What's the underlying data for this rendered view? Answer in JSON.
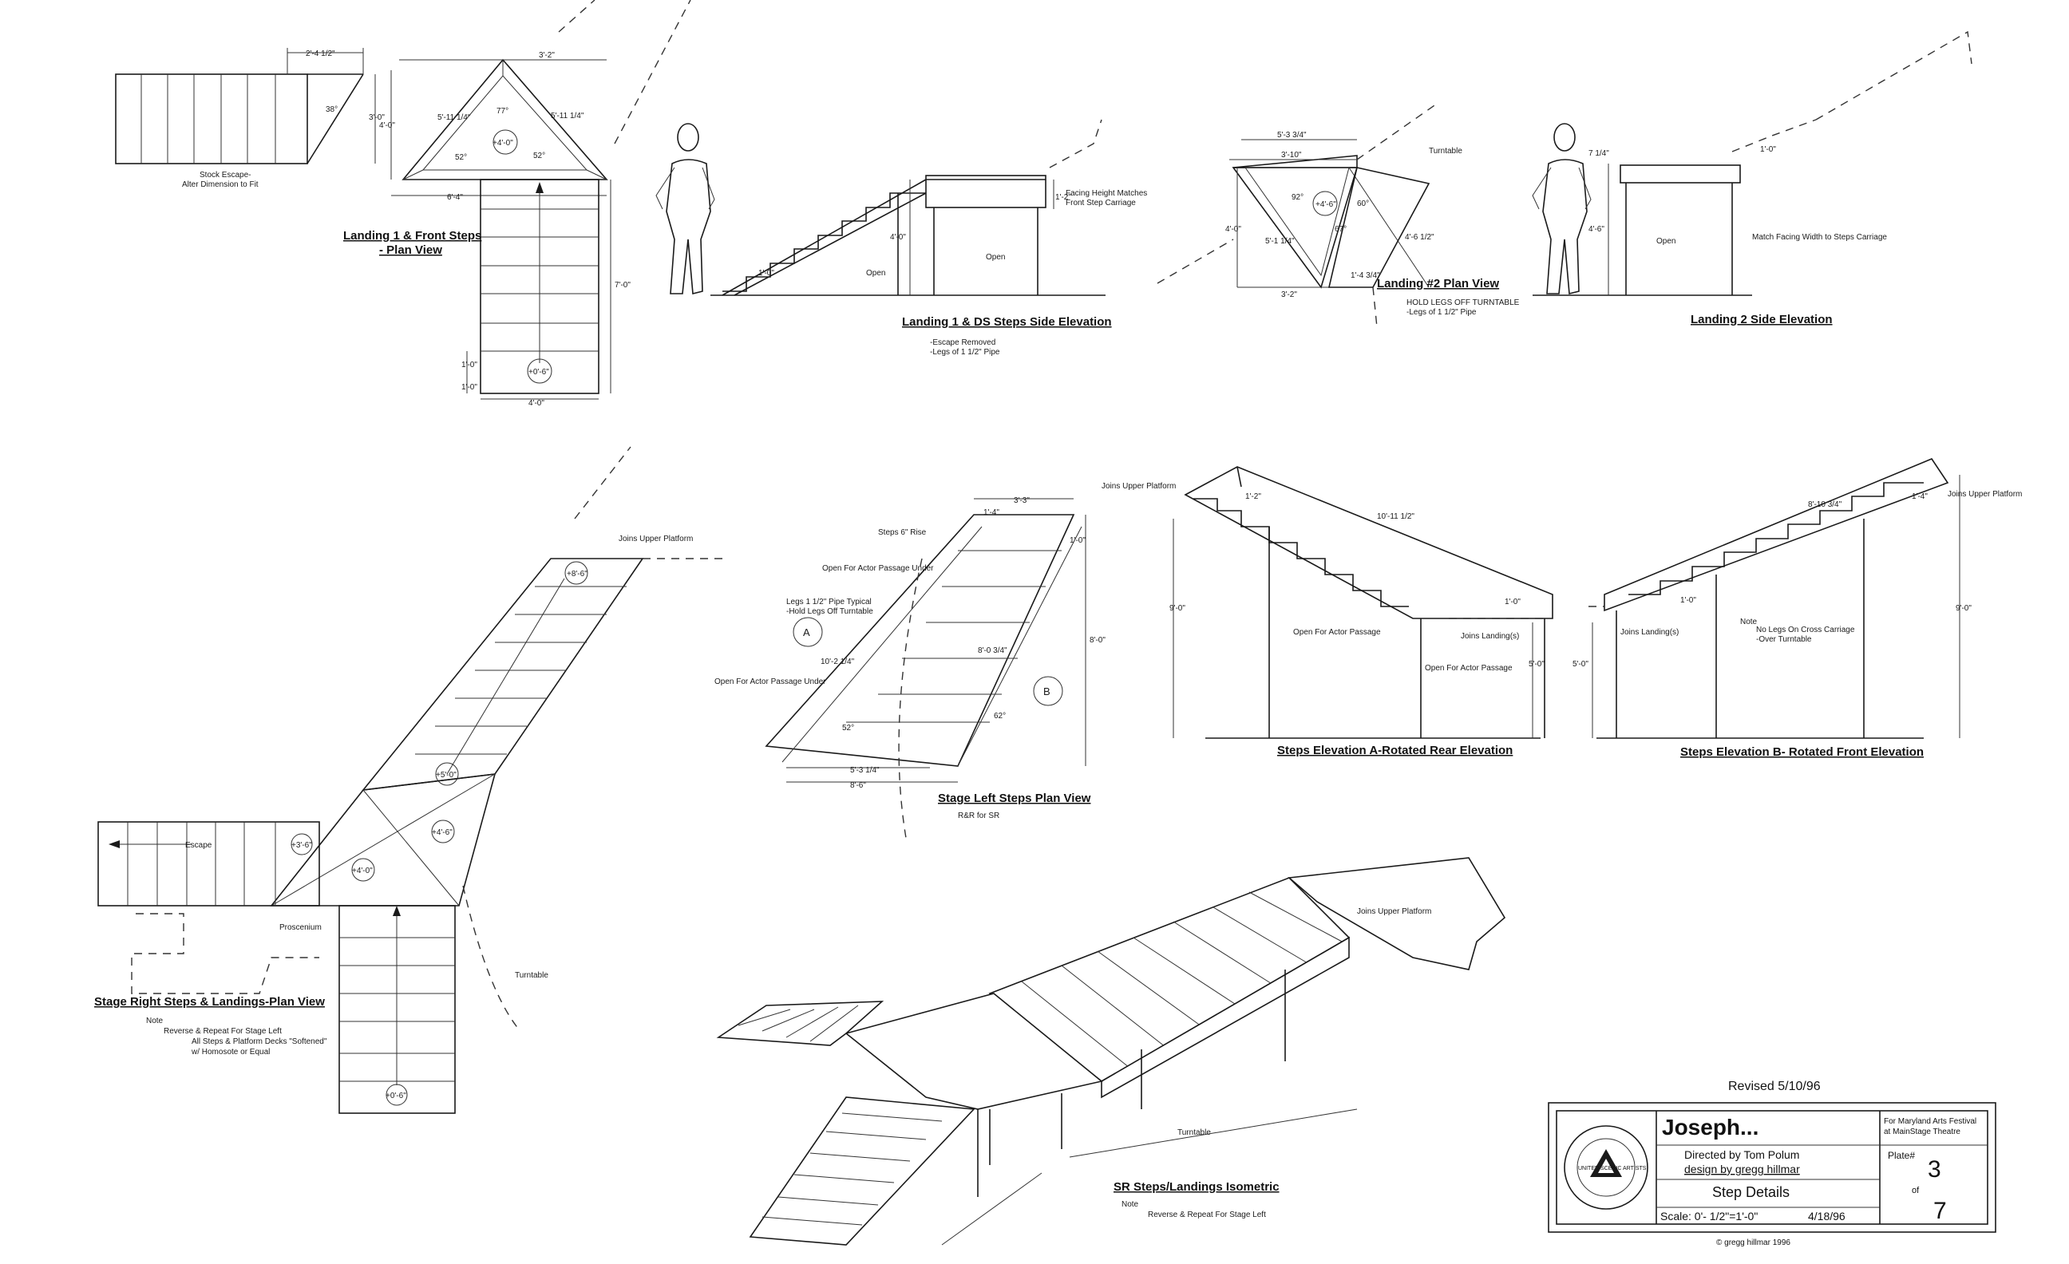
{
  "views": {
    "landing1_plan": {
      "title_line1": "Landing 1 & Front Steps",
      "title_line2": "- Plan View",
      "dims": [
        "2'-4 1/2\"",
        "38°",
        "3'-0\"",
        "3'-2\"",
        "4'-0\"",
        "77°",
        "5'-11 1/4\"",
        "5'-11 1/4\"",
        "52°",
        "52°",
        "+4'-0\"",
        "6'-4\"",
        "+0'-6\"",
        "7'-0\"",
        "4'-0\"",
        "1'-0\"",
        "1'-0\""
      ],
      "note_line1": "Stock Escape-",
      "note_line2": "Alter Dimension to Fit"
    },
    "landing1_side": {
      "title": "Landing 1 & DS Steps Side Elevation",
      "labels": [
        "Open",
        "Open",
        "1'-0\"",
        "4'-0\"",
        "1'-2\""
      ],
      "note1_line1": "Facing Height Matches",
      "note1_line2": "Front Step Carriage",
      "note2_line1": "-Escape Removed",
      "note2_line2": "-Legs of 1 1/2\" Pipe"
    },
    "landing2_plan": {
      "title": "Landing #2 Plan View",
      "dims": [
        "5'-3 3/4\"",
        "3'-10\"",
        "Turntable",
        "92°",
        "+4'-6\"",
        "60°",
        "4'-0\"",
        "5'-1 1/4\"",
        "67°",
        "4'-6 1/2\"",
        "1'-4 3/4\"",
        "3'-2\""
      ],
      "note_line1": "HOLD LEGS OFF TURNTABLE",
      "note_line2": "-Legs of 1 1/2\" Pipe"
    },
    "landing2_side": {
      "title": "Landing 2 Side Elevation",
      "labels": [
        "Open",
        "1'-0\"",
        "7 1/4\"",
        "4'-6\""
      ],
      "note": "Match Facing Width to Steps Carriage"
    },
    "stage_right_plan": {
      "title": "Stage Right Steps & Landings-Plan View",
      "labels": [
        "Joins Upper Platform",
        "+8'-6\"",
        "+5'-0\"",
        "+4'-6\"",
        "+3'-6\"",
        "+4'-0\"",
        "Escape",
        "Proscenium",
        "Turntable",
        "+0'-6\""
      ],
      "note_tag": "Note",
      "note_line1": "Reverse & Repeat For Stage Left",
      "note_line2": "All Steps & Platform Decks \"Softened\"",
      "note_line3": "w/ Homosote or Equal"
    },
    "stage_left_plan": {
      "title": "Stage Left Steps Plan View",
      "subtitle": "R&R for SR",
      "labels": [
        "Steps 6\" Rise",
        "Open For Actor Passage Under",
        "Legs 1 1/2\" Pipe Typical",
        "-Hold Legs Off Turntable",
        "Open For Actor Passage Under",
        "A",
        "B",
        "10'-2 1/4\"",
        "8'-0 3/4\"",
        "8'-0\"",
        "52°",
        "62°",
        "5'-3 1/4\"",
        "8'-6\"",
        "3'-3\"",
        "1'-4\"",
        "1'-0\""
      ]
    },
    "elevation_a": {
      "title": "Steps Elevation A-Rotated Rear Elevation",
      "labels": [
        "Joins Upper Platform",
        "1'-2\"",
        "10'-11 1/2\"",
        "9'-0\"",
        "Open For Actor Passage",
        "Open For Actor Passage",
        "Joins Landing(s)",
        "1'-0\"",
        "5'-0\""
      ]
    },
    "elevation_b": {
      "title": "Steps Elevation B- Rotated Front Elevation",
      "labels": [
        "Joins Upper Platform",
        "8'-10 3/4\"",
        "1'-4\"",
        "9'-0\"",
        "Joins Landing(s)",
        "1'-0\"",
        "5'-0\"",
        "Note",
        "No Legs On Cross Carriage",
        "-Over Turntable"
      ]
    },
    "isometric": {
      "title": "SR Steps/Landings Isometric",
      "labels": [
        "Joins Upper Platform",
        "Turntable"
      ],
      "note_tag": "Note",
      "note": "Reverse & Repeat For Stage Left"
    }
  },
  "title_block": {
    "revised": "Revised 5/10/96",
    "show": "Joseph...",
    "for_line1": "For Maryland Arts Festival",
    "for_line2": "at MainStage Theatre",
    "directed": "Directed by Tom Polum",
    "design": "design by gregg hillmar",
    "drawing": "Step Details",
    "scale": "Scale: 0'- 1/2\"=1'-0\"",
    "date": "4/18/96",
    "plate_label": "Plate#",
    "plate_num": "3",
    "plate_of": "of",
    "plate_total": "7",
    "seal_text": "UNITED SCENIC ARTISTS",
    "copyright": "© gregg hillmar 1996"
  }
}
